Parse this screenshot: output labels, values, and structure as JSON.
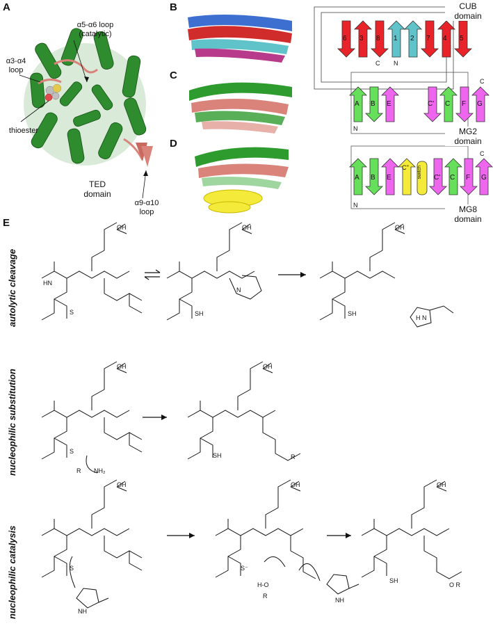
{
  "panels": {
    "A": {
      "letter": "A",
      "loop_a5a6": "α5-α6 loop",
      "loop_a5a6_sub": "(catalytic)",
      "loop_a3a4": "α3-α4",
      "loop_a3a4_sub": "loop",
      "thioester": "thioester",
      "ted": "TED",
      "ted_sub": "domain",
      "loop_a9a10": "α9-α10",
      "loop_a9a10_sub": "loop"
    },
    "B": {
      "letter": "B",
      "domain": "CUB",
      "domain_sub": "domain",
      "strands": [
        "6",
        "3",
        "8",
        "1",
        "2",
        "7",
        "4",
        "5"
      ],
      "termini": [
        "C",
        "N"
      ]
    },
    "C": {
      "letter": "C",
      "domain": "MG2",
      "domain_sub": "domain",
      "strands": [
        "A",
        "B",
        "E",
        "C'",
        "C",
        "F",
        "G"
      ],
      "termini": [
        "N",
        "C"
      ]
    },
    "D": {
      "letter": "D",
      "domain": "MG8",
      "domain_sub": "domain",
      "strands": [
        "A",
        "B",
        "E",
        "C''",
        "switch",
        "C'",
        "C",
        "F",
        "G"
      ],
      "termini": [
        "N",
        "C"
      ]
    },
    "E": {
      "letter": "E",
      "reactions": [
        {
          "label": "autolytic cleavage"
        },
        {
          "label": "nucleophilic substitution"
        },
        {
          "label": "nucleophilic catalysis"
        }
      ],
      "atoms": {
        "oh": "OH",
        "o": "O",
        "h": "H",
        "hn": "HN",
        "sh": "SH",
        "s": "S",
        "n": "N",
        "nh": "NH",
        "h_n": "H N",
        "r": "R",
        "nh2": "NH₂",
        "s_minus": "S⁻",
        "h_o": "H-O",
        "o_r": "O R"
      }
    }
  },
  "colors": {
    "helix_green": "#2e8b2e",
    "loop_salmon": "#d9837a",
    "cub_red": "#e8232a",
    "cub_cyan": "#5fc3c9",
    "mg_green": "#66e05a",
    "mg_magenta": "#ee66ee",
    "switch_yellow": "#f4ea3a"
  }
}
